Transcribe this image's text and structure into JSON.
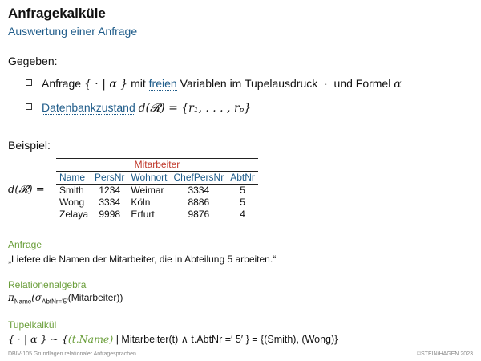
{
  "header": {
    "title": "Anfragekalküle",
    "subtitle": "Auswertung einer Anfrage"
  },
  "given": {
    "heading": "Gegeben:",
    "items": [
      {
        "prefix": "Anfrage",
        "formula": "{ · | α }",
        "mid": "mit",
        "link": "freien",
        "text": "Variablen im Tupelausdruck",
        "dot": "·",
        "suffix": "und Formel",
        "var": "α"
      },
      {
        "link": "Datenbankzustand",
        "formula": "d(𝓡) = {r₁, . . . , rₚ}"
      }
    ]
  },
  "example": {
    "heading": "Beispiel:",
    "lhs": "d(𝓡) =",
    "relation": {
      "name": "Mitarbeiter",
      "columns": [
        "Name",
        "PersNr",
        "Wohnort",
        "ChefPersNr",
        "AbtNr"
      ],
      "rows": [
        [
          "Smith",
          "1234",
          "Weimar",
          "3334",
          "5"
        ],
        [
          "Wong",
          "3334",
          "Köln",
          "8886",
          "5"
        ],
        [
          "Zelaya",
          "9998",
          "Erfurt",
          "9876",
          "4"
        ]
      ]
    }
  },
  "query": {
    "label": "Anfrage",
    "text": "„Liefere die Namen der Mitarbeiter, die in Abteilung 5 arbeiten.“"
  },
  "algebra": {
    "label": "Relationenalgebra",
    "pi": "π",
    "pi_sub": "Name",
    "sigma": "(σ",
    "sigma_sub": "AbtNr='5'",
    "arg": "(Mitarbeiter))"
  },
  "calculus": {
    "label": "Tupelkalkül",
    "lhs": "{ · | α }  ∼  {",
    "tuple": "(t.Name)",
    "rest": "|  Mitarbeiter(t)  ∧  t.AbtNr =′ 5′ }  =  {(Smith), (Wong)}"
  },
  "footer": {
    "left": "DBIV-105   Grundlagen relationaler Anfragesprachen",
    "right": "©STEIN/HAGEN 2023"
  }
}
